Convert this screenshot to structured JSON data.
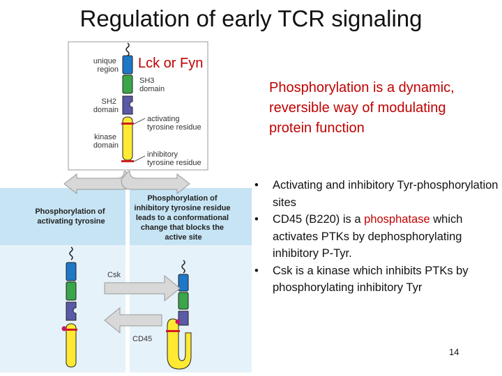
{
  "title": "Regulation of early TCR signaling",
  "lck_label": "Lck or Fyn",
  "phosphorylation_definition": "Phosphorylation is a dynamic, reversible way of modulating protein function",
  "bullets": [
    {
      "text": "Activating and inhibitory Tyr-phosphorylation sites"
    },
    {
      "pre": "CD45 (B220) is a ",
      "highlight": "phosphatase",
      "post": " which activates PTKs by dephosphorylating inhibitory P-Tyr."
    },
    {
      "text": "Csk is a kinase which inhibits PTKs by phosphorylating inhibitory Tyr"
    }
  ],
  "page_number": "14",
  "diagram": {
    "domain_labels": {
      "unique_region": [
        "unique",
        "region"
      ],
      "sh3_domain": [
        "SH3",
        "domain"
      ],
      "sh2_domain": [
        "SH2",
        "domain"
      ],
      "kinase_domain": [
        "kinase",
        "domain"
      ],
      "activating_residue": [
        "activating",
        "tyrosine residue"
      ],
      "inhibitory_residue": [
        "inhibitory",
        "tyrosine residue"
      ]
    },
    "left_panel_label": [
      "Phosphorylation of",
      "activating tyrosine"
    ],
    "right_panel_label": [
      "Phosphorylation of",
      "inhibitory tyrosine residue",
      "leads to a conformational",
      "change that blocks the",
      "active site"
    ],
    "csk_label": "Csk",
    "cd45_label": "CD45",
    "colors": {
      "unique": "#1f77c8",
      "sh3": "#3aa54a",
      "sh2": "#5a5aa8",
      "kinase": "#ffe933",
      "residue": "#cc1f1f",
      "panel_band": "#c6e4f4",
      "panel_bg": "#e6f2f9",
      "arrow": "#d8d8d8"
    }
  }
}
